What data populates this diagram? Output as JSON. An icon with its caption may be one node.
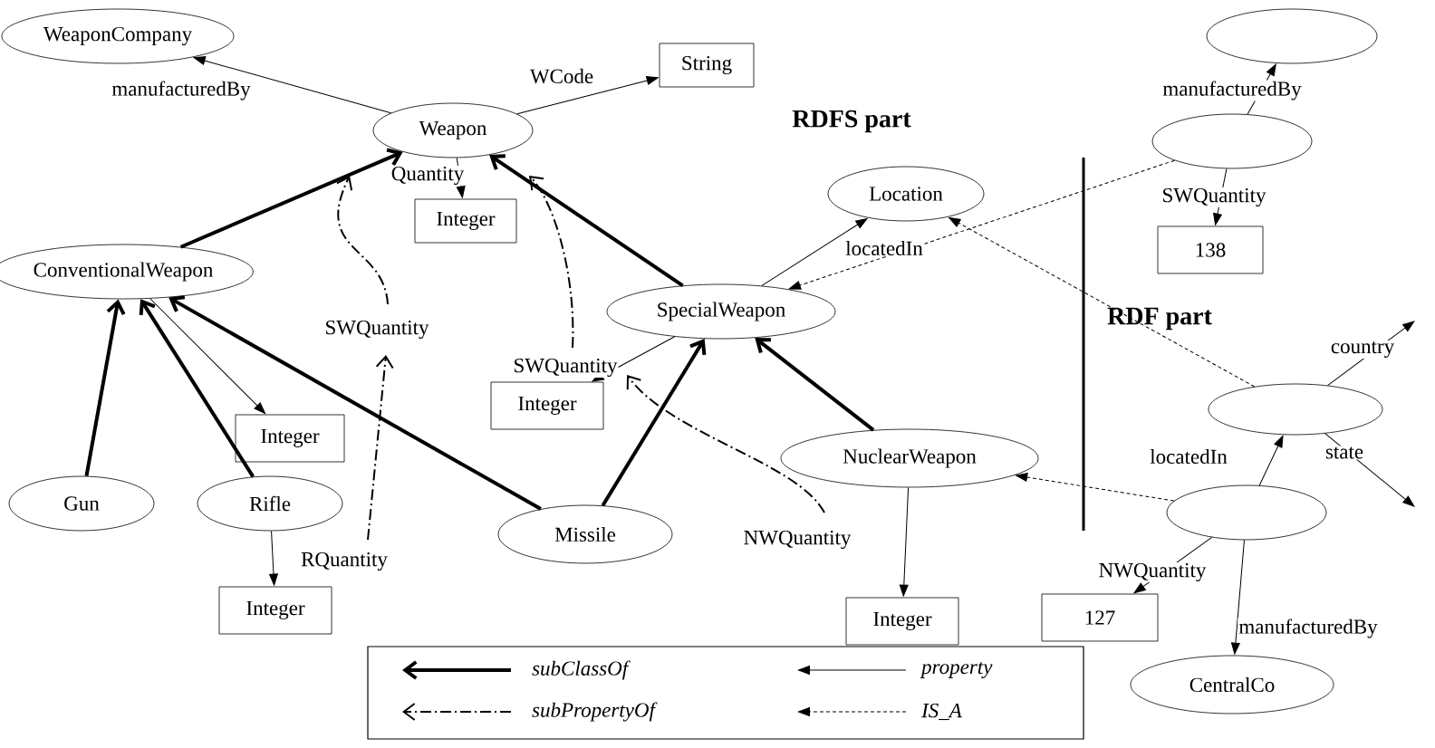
{
  "diagram": {
    "nodes": [
      {
        "text": [
          "WeaponCompany"
        ]
      },
      {
        "text": [
          "String"
        ]
      },
      {
        "text": [
          "Weapon"
        ]
      },
      {
        "text": [
          "Integer"
        ]
      },
      {
        "text": [],
        "shape": "ellipse"
      },
      {
        "text": [],
        "shape": "ellipse"
      },
      {
        "text": [
          "Location"
        ]
      },
      {
        "text": [
          "138"
        ]
      },
      {
        "text": [
          "ConventionalWeapon"
        ]
      },
      {
        "text": [
          "SpecialWeapon"
        ]
      },
      {
        "text": [
          "Integer"
        ]
      },
      {
        "text": [
          "Integer"
        ]
      },
      {
        "text": [],
        "shape": "ellipse"
      },
      {
        "text": [
          "NuclearWeapon"
        ]
      },
      {
        "text": [
          "Gun"
        ]
      },
      {
        "text": [
          "Rifle"
        ]
      },
      {
        "text": [
          "Missile"
        ]
      },
      {
        "text": [],
        "shape": "ellipse"
      },
      {
        "text": [
          "Integer"
        ]
      },
      {
        "text": [
          "Integer"
        ]
      },
      {
        "text": [
          "127"
        ]
      },
      {
        "text": [
          "CentralCo"
        ]
      }
    ],
    "edges": [
      {
        "from": 2,
        "to": 0,
        "arrow": "to",
        "label": "manufacturedBy"
      },
      {
        "from": 2,
        "to": 1,
        "arrow": "to",
        "label": "WCode"
      },
      {
        "from": 2,
        "to": 3,
        "arrow": "to",
        "label": "Quantity"
      },
      {
        "from": 8,
        "to": 2,
        "arrow": "to",
        "style": "thick"
      },
      {
        "from": 9,
        "to": 2,
        "arrow": "to",
        "style": "thick"
      },
      {
        "from": 14,
        "to": 8,
        "arrow": "to",
        "style": "thick"
      },
      {
        "from": 15,
        "to": 8,
        "arrow": "to",
        "style": "thick"
      },
      {
        "from": 16,
        "to": 8,
        "arrow": "to",
        "style": "thick"
      },
      {
        "from": 16,
        "to": 9,
        "arrow": "to",
        "style": "thick"
      },
      {
        "from": 13,
        "to": 9,
        "arrow": "to",
        "style": "thick"
      },
      {
        "from": 8,
        "to": 10,
        "arrow": "to",
        "label": "SWQuantity"
      },
      {
        "from": 9,
        "to": 11,
        "arrow": "to",
        "label": "SWQuantity"
      },
      {
        "from": 15,
        "to": 18,
        "arrow": "to",
        "label": "RQuantity"
      },
      {
        "from": 13,
        "to": 19,
        "arrow": "to",
        "label": "NWQuantity"
      },
      {
        "from": 9,
        "to": 6,
        "arrow": "to",
        "label": "locatedIn"
      },
      {
        "from": 5,
        "to": 4,
        "arrow": "to",
        "label": "manufacturedBy"
      },
      {
        "from": 5,
        "to": 7,
        "arrow": "to",
        "label": "SWQuantity"
      },
      {
        "from": 5,
        "to": 9,
        "arrow": "to",
        "style": "dashed"
      },
      {
        "from": 12,
        "to": 6,
        "arrow": "to",
        "style": "dashed"
      },
      {
        "from": 17,
        "to": 12,
        "arrow": "to",
        "label": "locatedIn"
      },
      {
        "from": 12,
        "to": null,
        "arrow": "to",
        "label": "country"
      },
      {
        "from": 12,
        "to": null,
        "arrow": "to",
        "label": "state"
      },
      {
        "from": 17,
        "to": 13,
        "arrow": "to",
        "style": "dashed"
      },
      {
        "from": 17,
        "to": 20,
        "arrow": "to",
        "label": "NWQuantity"
      },
      {
        "from": 17,
        "to": 21,
        "arrow": "to",
        "label": "manufacturedBy"
      }
    ],
    "labels": [
      "RDFS part",
      "RDF part"
    ],
    "legend": [
      {
        "text": "subClassOf"
      },
      {
        "text": "property"
      },
      {
        "text": "subPropertyOf"
      },
      {
        "text": "IS_A"
      }
    ]
  }
}
